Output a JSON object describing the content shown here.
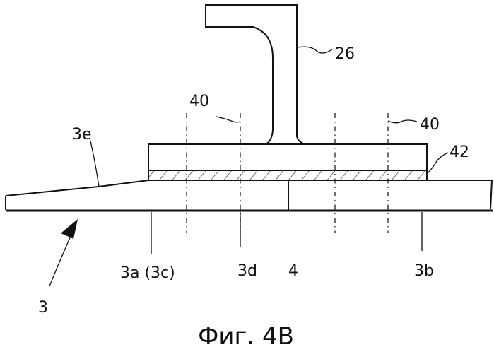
{
  "labels": {
    "rail": "26",
    "axis_left": "40",
    "axis_right": "40",
    "taper": "3e",
    "layer": "42",
    "plate": "3",
    "part_a": "3a (3c)",
    "part_d": "3d",
    "part_4": "4",
    "part_b": "3b"
  },
  "caption": "Фиг. 4В"
}
